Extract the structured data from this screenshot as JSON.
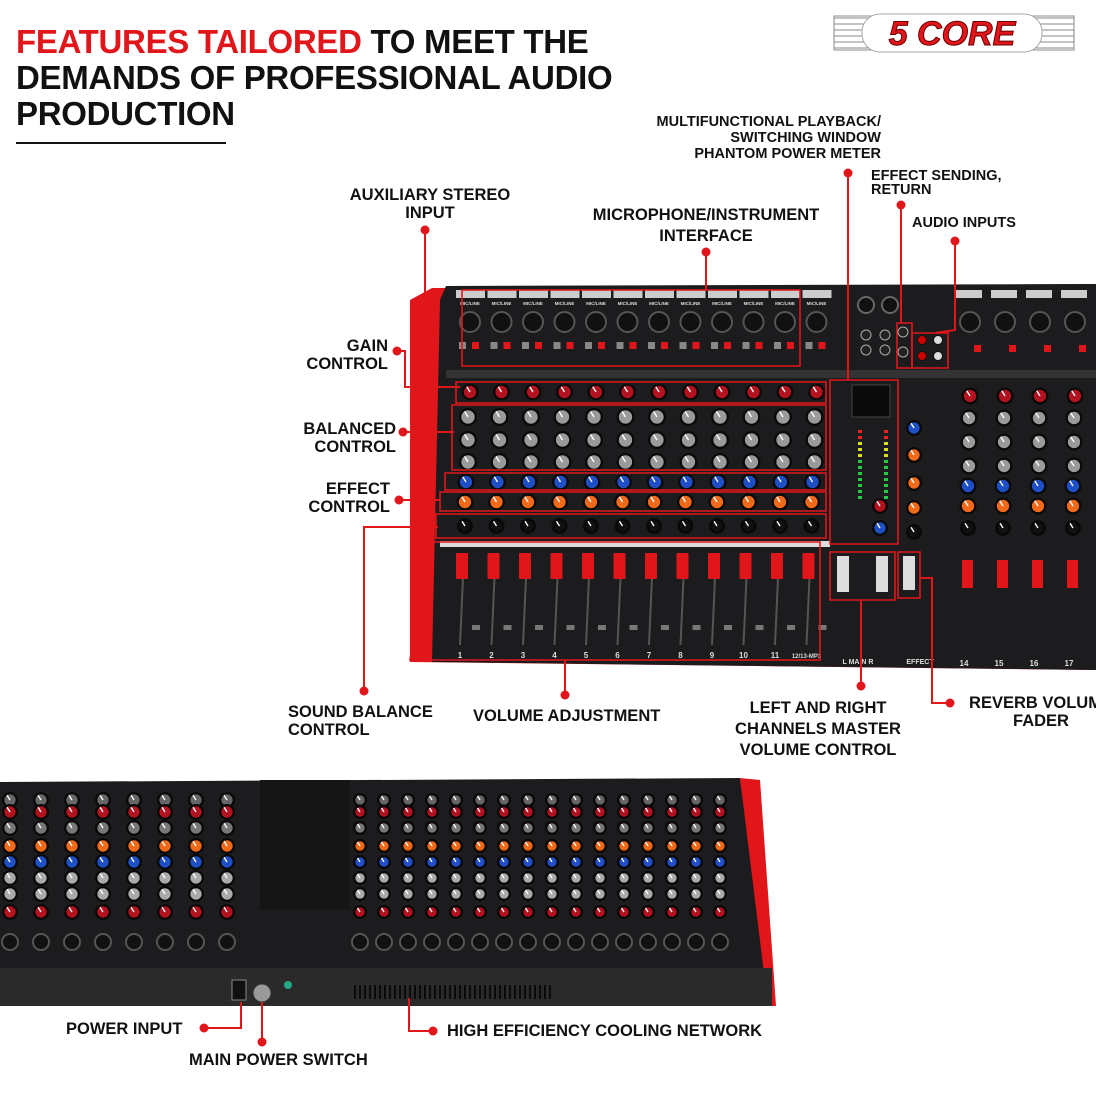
{
  "headline": {
    "highlight": "FEATURES TAILORED",
    "line1_rest": " TO MEET THE",
    "line2": "DEMANDS OF PROFESSIONAL AUDIO",
    "line3": "PRODUCTION"
  },
  "brand": {
    "logo_text": "5 CORE"
  },
  "callouts": {
    "aux_stereo": [
      "AUXILIARY STEREO",
      "INPUT"
    ],
    "mic_instrument": [
      "MICROPHONE/INSTRUMENT",
      "INTERFACE"
    ],
    "multifunctional": [
      "MULTIFUNCTIONAL PLAYBACK/",
      "SWITCHING WINDOW",
      "PHANTOM POWER METER"
    ],
    "effect_send": [
      "EFFECT SENDING,",
      "RETURN"
    ],
    "audio_inputs": [
      "AUDIO INPUTS"
    ],
    "gain": [
      "GAIN",
      "CONTROL"
    ],
    "balanced": [
      "BALANCED",
      "CONTROL"
    ],
    "effect": [
      "EFFECT",
      "CONTROL"
    ],
    "sound_balance": [
      "SOUND BALANCE",
      "CONTROL"
    ],
    "volume": [
      "VOLUME ADJUSTMENT"
    ],
    "master": [
      "LEFT AND RIGHT",
      "CHANNELS MASTER",
      "VOLUME CONTROL"
    ],
    "reverb": [
      "REVERB VOLUME",
      "FADER"
    ],
    "power_input": [
      "POWER INPUT"
    ],
    "power_switch": [
      "MAIN POWER SWITCH"
    ],
    "cooling": [
      "HIGH EFFICIENCY COOLING NETWORK"
    ]
  },
  "mixer": {
    "input_label": "MIC/LINE",
    "channel_numbers": [
      "1",
      "2",
      "3",
      "4",
      "5",
      "6",
      "7",
      "8",
      "9",
      "10",
      "11",
      "12/13-MP3"
    ],
    "right_channels": [
      "14",
      "15",
      "16",
      "17"
    ],
    "main_label": "L   MAIN   R",
    "effect_label": "EFFECT"
  },
  "colors": {
    "accent": "#e0161b",
    "panel": "#1c1c1e",
    "knob_red": "#b3121f",
    "knob_blue": "#1f4fc4",
    "knob_orange": "#f06a1a",
    "knob_gray": "#9a9a9a"
  }
}
